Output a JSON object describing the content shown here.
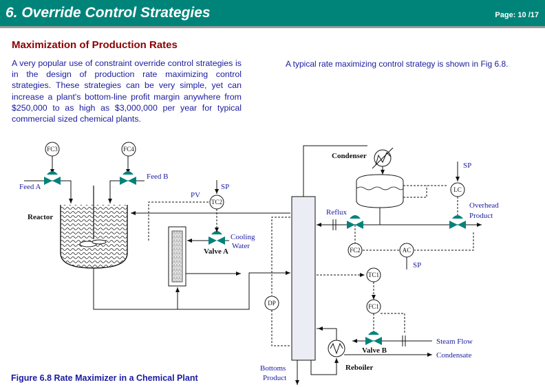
{
  "header": {
    "title": "6. Override Control Strategies",
    "page": "Page:  10 /17"
  },
  "section": {
    "subtitle": "Maximization of Production Rates",
    "paragraph": "A very popular use of constraint override control strategies is in the design of production rate maximizing control strategies.  These strategies can be very simple, yet can increase a plant's bottom-line profit margin anywhere from $250,000 to as high as $3,000,000 per year for typical commercial sized chemical plants.",
    "right_note": "A typical rate maximizing control strategy is shown in Fig 6.8."
  },
  "figure": {
    "caption": "Figure 6.8 Rate Maximizer in a Chemical Plant",
    "instruments": {
      "fc3": "FC3",
      "fc4": "FC4",
      "tc2": "TC2",
      "lc": "LC",
      "fc2": "FC2",
      "ac": "AC",
      "tc1": "TC1",
      "fc1": "FC1",
      "dp": "DP"
    },
    "labels": {
      "feed_a": "Feed A",
      "feed_b": "Feed B",
      "reactor": "Reactor",
      "pv": "PV",
      "sp_tc2": "SP",
      "cooling": "Cooling",
      "water": "Water",
      "valve_a": "Valve A",
      "condenser": "Condenser",
      "sp_lc": "SP",
      "reflux": "Reflux",
      "overhead": "Overhead",
      "product": "Product",
      "sp_ac": "SP",
      "steam_flow": "Steam Flow",
      "condensate": "Condensate",
      "valve_b": "Valve B",
      "reboiler": "Reboiler",
      "bottoms": "Bottoms",
      "bottoms_product": "Product"
    },
    "colors": {
      "valve": "#00827a",
      "header": "#00847a",
      "subtitle": "#8b0000",
      "body_text": "#1a1aa0"
    }
  }
}
